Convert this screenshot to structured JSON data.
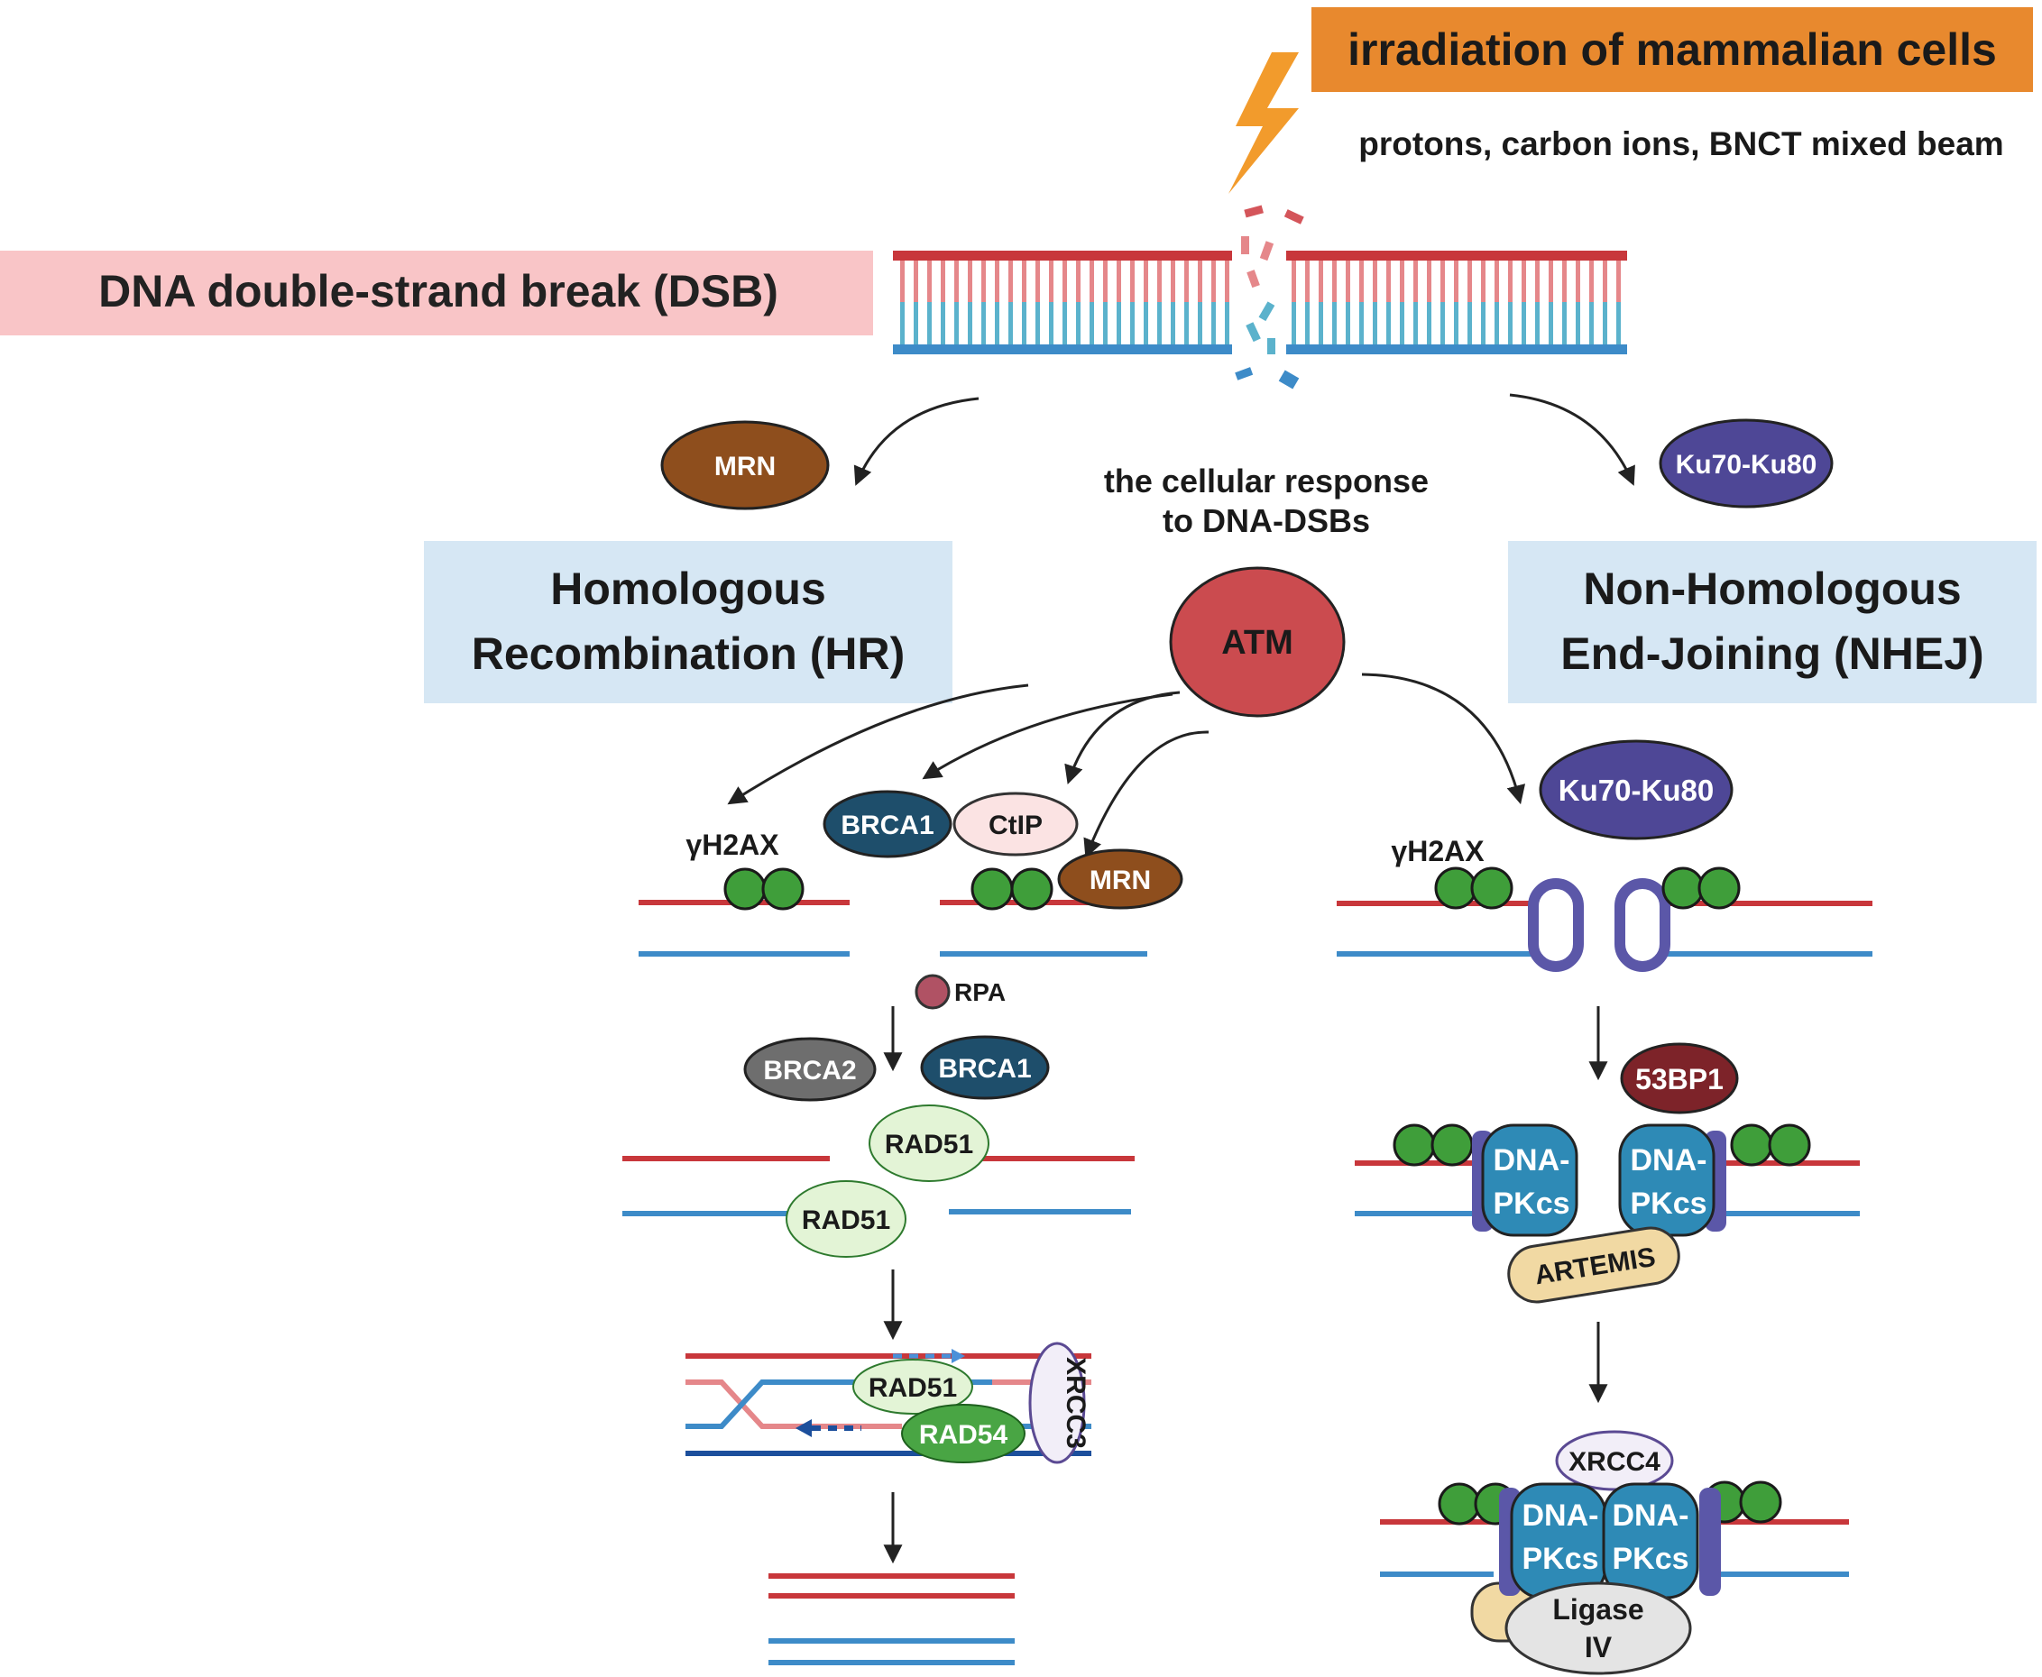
{
  "header": {
    "irradiation_title": "irradiation of mammalian cells",
    "beam_types": "protons, carbon ions, BNCT mixed beam"
  },
  "dsb": {
    "label": "DNA double-strand break (DSB)"
  },
  "center": {
    "response_line1": "the cellular response",
    "response_line2": "to DNA-DSBs",
    "atm": "ATM"
  },
  "hr": {
    "title_line1": "Homologous",
    "title_line2": "Recombination (HR)",
    "mrn_top": "MRN",
    "gh2ax": "γH2AX",
    "brca1": "BRCA1",
    "ctip": "CtIP",
    "mrn": "MRN",
    "rpa": "RPA",
    "brca2": "BRCA2",
    "brca1_b": "BRCA1",
    "rad51_a": "RAD51",
    "rad51_b": "RAD51",
    "rad51_c": "RAD51",
    "rad54": "RAD54",
    "xrcc3": "XRCC3"
  },
  "nhej": {
    "title_line1": "Non-Homologous",
    "title_line2": "End-Joining (NHEJ)",
    "ku_top": "Ku70-Ku80",
    "ku": "Ku70-Ku80",
    "gh2ax": "γH2AX",
    "bp53": "53BP1",
    "dnapk_line1": "DNA-",
    "dnapk_line2": "PKcs",
    "artemis": "ARTEMIS",
    "xrcc4": "XRCC4",
    "ligase_line1": "Ligase",
    "ligase_line2": "IV"
  },
  "colors": {
    "orange": "#E8892E",
    "pink_box": "#F9C5C7",
    "blue_box": "#D6E7F4",
    "red_strand": "#C8373B",
    "light_red": "#E5878A",
    "blue_strand": "#3D8BC8",
    "light_blue": "#5BB2CC",
    "dark_blue_strand": "#1C4F9C",
    "mrn_brown": "#8E4E1D",
    "ku_purple": "#4E4796",
    "atm_red": "#CB4B4F",
    "brca_teal": "#1E4E6B",
    "brca2_gray": "#6E6E6E",
    "rad51_green": "#E3F4D6",
    "rad54_green": "#49A544",
    "histone_green": "#3F9E3A",
    "rpa_rose": "#B05264",
    "bp53_red": "#7D2329",
    "dnapk_blue": "#2E8AB6",
    "artemis_tan": "#F1D9A3",
    "ligase_gray": "#E4E4E4",
    "xrcc_lavender": "#F2EEF8"
  }
}
